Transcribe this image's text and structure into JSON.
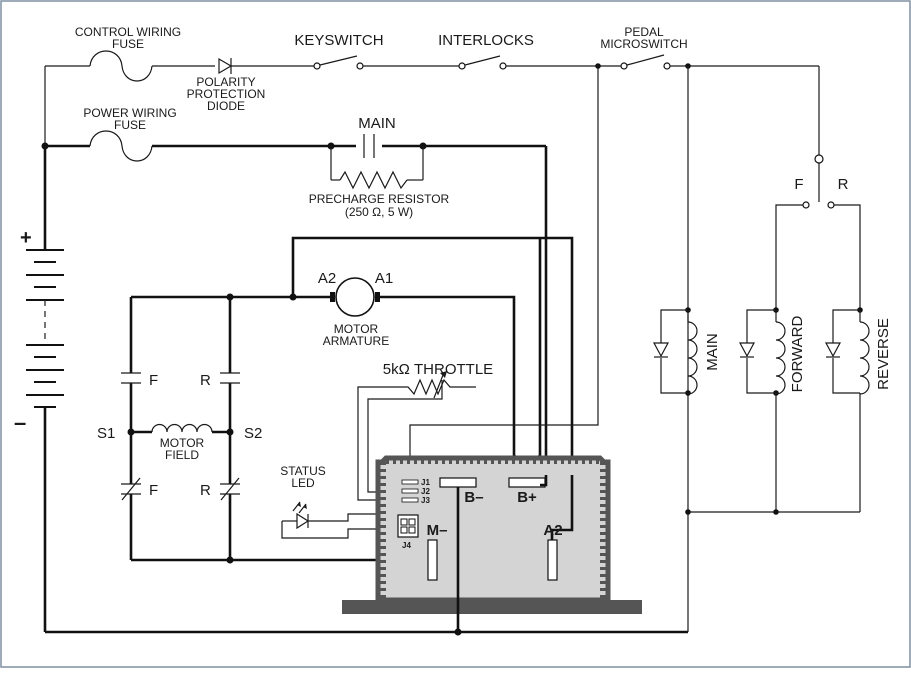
{
  "diagram": {
    "labels": {
      "control_fuse": [
        "CONTROL WIRING",
        "FUSE"
      ],
      "diode": [
        "POLARITY",
        "PROTECTION",
        "DIODE"
      ],
      "keyswitch": "KEYSWITCH",
      "interlocks": "INTERLOCKS",
      "pedal": [
        "PEDAL",
        "MICROSWITCH"
      ],
      "power_fuse": [
        "POWER WIRING",
        "FUSE"
      ],
      "main_contactor": "MAIN",
      "precharge": [
        "PRECHARGE RESISTOR",
        "(250 Ω, 5 W)"
      ],
      "plus": "+",
      "minus": "–",
      "a2": "A2",
      "a1": "A1",
      "armature": [
        "MOTOR",
        "ARMATURE"
      ],
      "field": [
        "MOTOR",
        "FIELD"
      ],
      "s1": "S1",
      "s2": "S2",
      "f": "F",
      "r": "R",
      "throttle": "5kΩ THROTTLE",
      "status_led": [
        "STATUS",
        "LED"
      ],
      "j1": "J1",
      "j2": "J2",
      "j3": "J3",
      "j4": "J4",
      "b_minus": "B–",
      "b_plus": "B+",
      "m_minus": "M–",
      "ctrl_a2": "A2",
      "switch_f": "F",
      "switch_r": "R",
      "coil_main": "MAIN",
      "coil_forward": "FORWARD",
      "coil_reverse": "REVERSE"
    },
    "colors": {
      "line": "#1a1a1a",
      "controller_fill": "#d4d4d4",
      "controller_dark": "#555555",
      "frame": "#7f8fa0"
    }
  }
}
